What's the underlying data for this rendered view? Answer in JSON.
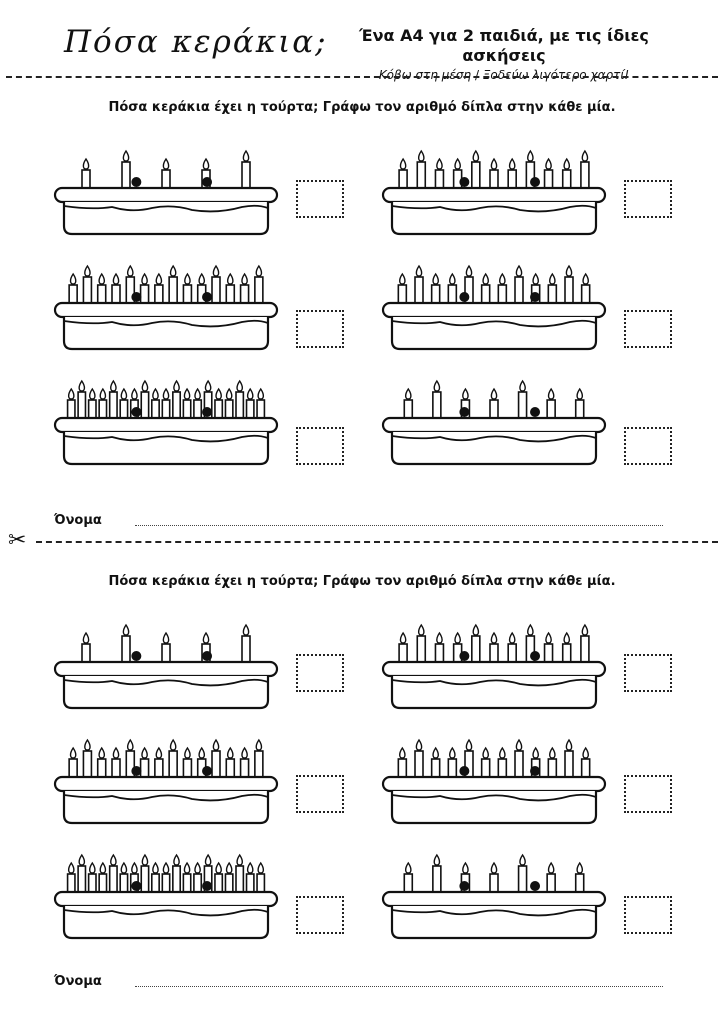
{
  "header": {
    "title": "Πόσα κεράκια;",
    "main": "Ένα Α4 για 2 παιδιά, με τις ίδιες ασκήσεις",
    "sub_left": "Κόβω στη μέση",
    "sub_sep": " / ",
    "sub_right": "Ξοδεύω λιγότερο χαρτί!"
  },
  "instruction": "Πόσα κεράκια έχει η τούρτα; Γράφω τον αριθμό δίπλα στην κάθε μία.",
  "name_label": "Όνομα",
  "cakes": [
    {
      "candles": 5
    },
    {
      "candles": 11
    },
    {
      "candles": 14
    },
    {
      "candles": 12
    },
    {
      "candles": 19
    },
    {
      "candles": 7
    }
  ],
  "icons": {
    "cut": "scissors-icon"
  },
  "colors": {
    "ink": "#111111"
  }
}
